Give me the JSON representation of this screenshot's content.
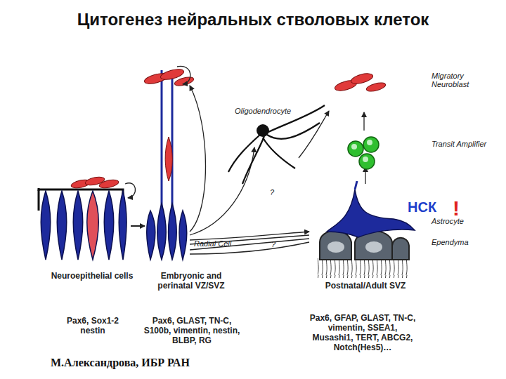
{
  "diagram": {
    "title": "Цитогенез нейральных стволовых клеток",
    "labels": [
      "Migratory Neuroblast",
      "Oligodendrocyte",
      "Transit Amplifier",
      "НСК",
      "!",
      "Astrocyte",
      "Radial Cell",
      "?",
      "?",
      "Ependyma",
      "Neuroepithelial cells",
      "Embryonic and perinatal VZ/SVZ",
      "Postnatal/Adult SVZ",
      "Pax6, Sox1-2 nestin",
      "Pax6, GLAST, TN-C, S100b, vimentin, nestin, BLBP, RG",
      "Pax6, GFAP, GLAST, TN-C, vimentin, SSEA1, Musashi1, TERT, ABCG2, Notch(Hes5)…",
      "М.Александрова, ИБР РАН"
    ]
  }
}
